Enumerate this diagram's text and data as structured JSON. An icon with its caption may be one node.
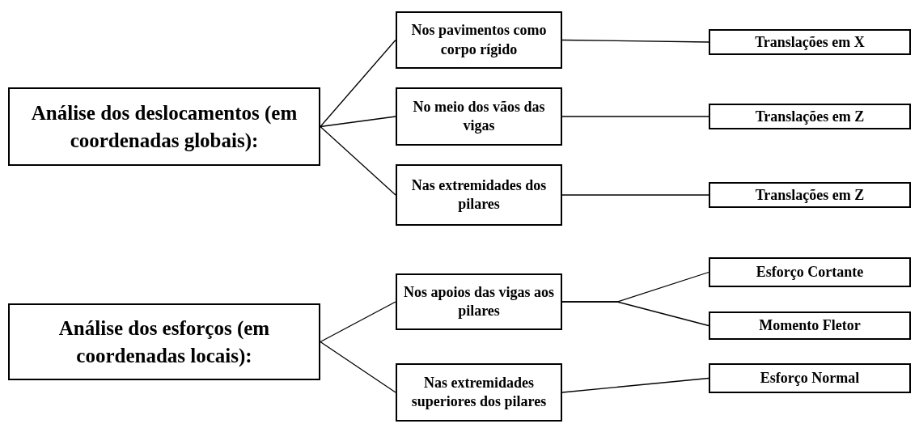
{
  "diagram": {
    "nodes": [
      {
        "text": [
          "Análise dos deslocamentos (em coordenadas globais):"
        ]
      },
      {
        "text": [
          "Nos pavimentos como corpo rígido"
        ]
      },
      {
        "text": [
          "No meio dos vãos das vigas"
        ]
      },
      {
        "text": [
          "Nas extremidades dos pilares"
        ]
      },
      {
        "text": [
          "Translações em X"
        ]
      },
      {
        "text": [
          "Translações em Z"
        ]
      },
      {
        "text": [
          "Translações em Z"
        ]
      },
      {
        "text": [
          "Análise dos esforços (em coordenadas locais):"
        ]
      },
      {
        "text": [
          "Nos apoios das vigas aos pilares"
        ]
      },
      {
        "text": [
          "Nas extremidades superiores dos pilares"
        ]
      },
      {
        "text": [
          "Esforço Cortante"
        ]
      },
      {
        "text": [
          "Momento Fletor"
        ]
      },
      {
        "text": [
          "Esforço Normal"
        ]
      }
    ],
    "edges": [
      {
        "from": 0,
        "to": 1,
        "arrow": "none"
      },
      {
        "from": 0,
        "to": 2,
        "arrow": "none"
      },
      {
        "from": 0,
        "to": 3,
        "arrow": "none"
      },
      {
        "from": 1,
        "to": 4,
        "arrow": "none"
      },
      {
        "from": 2,
        "to": 5,
        "arrow": "none"
      },
      {
        "from": 3,
        "to": 6,
        "arrow": "none"
      },
      {
        "from": 7,
        "to": 8,
        "arrow": "none"
      },
      {
        "from": 7,
        "to": 9,
        "arrow": "none"
      },
      {
        "from": 8,
        "to": 10,
        "arrow": "none"
      },
      {
        "from": 8,
        "to": 11,
        "arrow": "none"
      },
      {
        "from": 9,
        "to": 12,
        "arrow": "none"
      }
    ]
  }
}
